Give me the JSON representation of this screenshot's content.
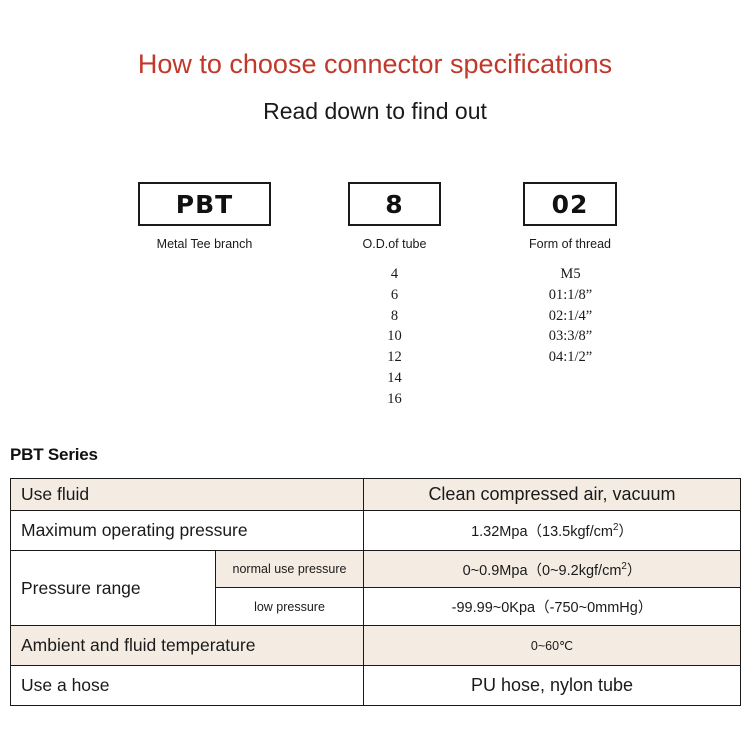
{
  "header": {
    "title": "How to choose connector specifications",
    "subtitle": "Read down to find out",
    "title_color": "#c0392b"
  },
  "code_breakdown": {
    "segments": [
      {
        "code": "PBT",
        "caption": "Metal Tee branch",
        "options": []
      },
      {
        "code": "8",
        "caption": "O.D.of tube",
        "options": [
          "4",
          "6",
          "8",
          "10",
          "12",
          "14",
          "16"
        ]
      },
      {
        "code": "02",
        "caption": "Form of thread",
        "options": [
          "M5",
          "01:1/8”",
          "02:1/4”",
          "03:3/8”",
          "04:1/2”"
        ]
      }
    ]
  },
  "spec": {
    "series_label": "PBT Series",
    "beige": "#f4ece3",
    "rows": [
      {
        "label": "Use fluid",
        "value": "Clean compressed air, vacuum"
      },
      {
        "label": "Maximum operating pressure",
        "value": "1.32Mpa（13.5kgf/cm"
      },
      {
        "label": "Pressure range",
        "sub_rows": [
          {
            "sub_label": "normal use pressure",
            "value": "0~0.9Mpa（0~9.2kgf/cm"
          },
          {
            "sub_label": "low pressure",
            "value": "-99.99~0Kpa（-750~0mmHg）"
          }
        ]
      },
      {
        "label": "Ambient and fluid temperature",
        "value": "0~60℃"
      },
      {
        "label": "Use a hose",
        "value": "PU hose, nylon tube"
      }
    ]
  }
}
